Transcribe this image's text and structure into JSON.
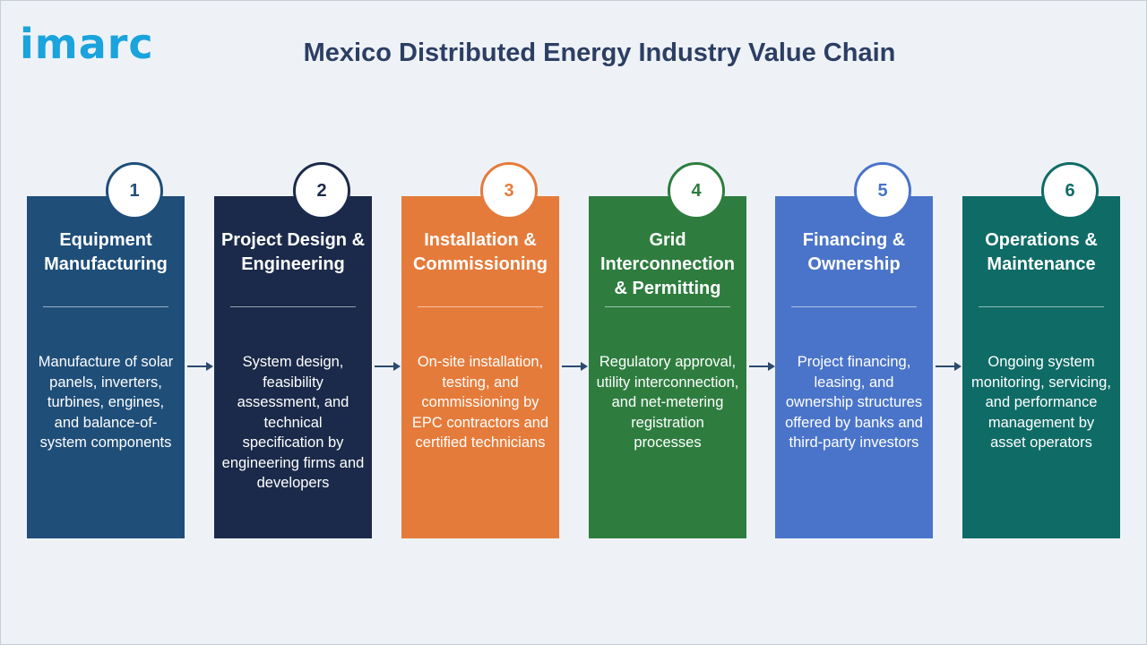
{
  "brand": {
    "logo_text": "imarc",
    "logo_color": "#1aa3dd"
  },
  "header": {
    "title": "Mexico Distributed Energy Industry Value Chain"
  },
  "steps": [
    {
      "number": "1",
      "title": "Equipment Manufacturing",
      "color": "#1f4e79",
      "description": "Manufacture of solar panels, inverters, turbines, engines, and balance-of-system components"
    },
    {
      "number": "2",
      "title": "Project Design & Engineering",
      "color": "#1b2a4a",
      "description": "System design, feasibility assessment, and technical specification by engineering firms and developers"
    },
    {
      "number": "3",
      "title": "Installation & Commissioning",
      "color": "#e57b3a",
      "description": "On-site installation, testing, and commissioning by EPC contractors and certified technicians"
    },
    {
      "number": "4",
      "title": "Grid Interconnection & Permitting",
      "color": "#2e7d3f",
      "description": "Regulatory approval, utility interconnection, and net-metering registration processes"
    },
    {
      "number": "5",
      "title": "Financing & Ownership",
      "color": "#4a74c9",
      "description": "Project financing, leasing, and ownership structures offered by banks and third-party investors"
    },
    {
      "number": "6",
      "title": "Operations & Maintenance",
      "color": "#0f6b66",
      "description": "Ongoing system monitoring, servicing, and performance management by asset operators"
    }
  ],
  "arrow_icon": "right-arrow-icon",
  "arrow_color": "#2c4a6e"
}
